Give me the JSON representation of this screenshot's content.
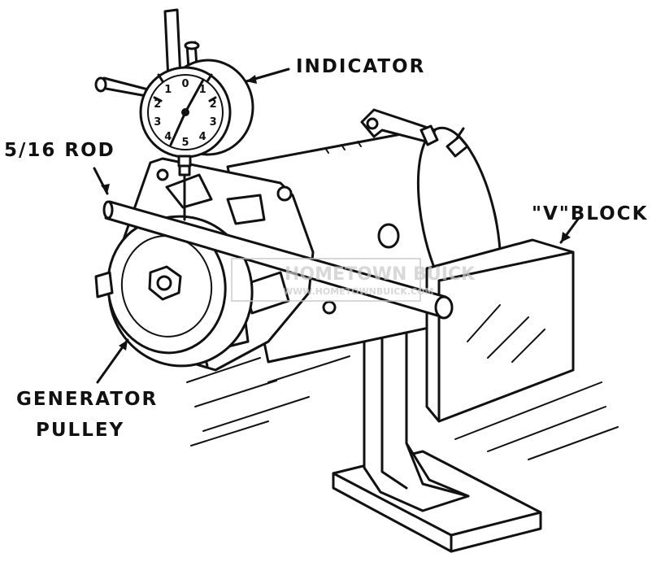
{
  "labels": {
    "indicator": "INDICATOR",
    "rod": "5/16 ROD",
    "v_block": "\"V\"BLOCK",
    "generator_pulley_line1": "GENERATOR",
    "generator_pulley_line2": "PULLEY"
  },
  "dial_numbers": [
    "0",
    "1",
    "2",
    "3",
    "4",
    "5",
    "4",
    "3",
    "2",
    "1"
  ],
  "watermark": {
    "line1": "HOMETOWN BUICK",
    "line2": "WWW.HOMETOWNBUICK.COM"
  },
  "colors": {
    "ink": "#111111",
    "paper": "#ffffff",
    "watermark": "#c8c8c8"
  }
}
